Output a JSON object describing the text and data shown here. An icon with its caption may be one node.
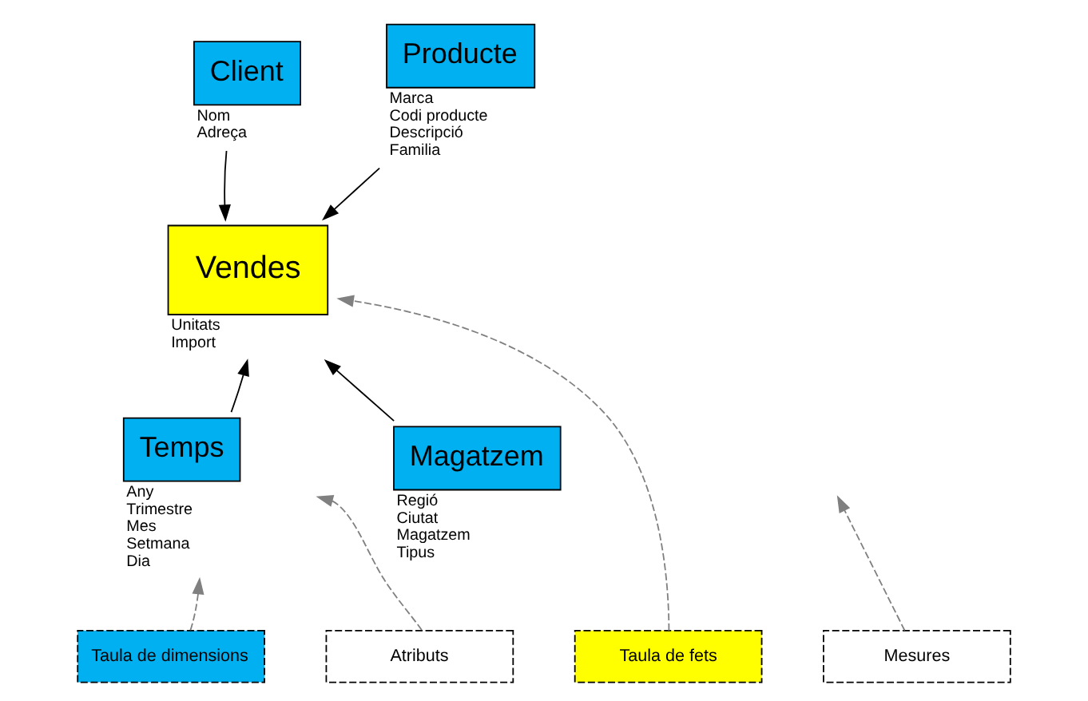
{
  "diagram": {
    "nodes": [
      {
        "text": [
          "Client"
        ],
        "beside": [
          "Nom",
          "Adreça"
        ]
      },
      {
        "text": [
          "Producte"
        ],
        "beside": [
          "Marca",
          "Codi producte",
          "Descripció",
          "Familia"
        ]
      },
      {
        "text": [
          "Vendes"
        ],
        "beside": [
          "Unitats",
          "Import"
        ]
      },
      {
        "text": [
          "Temps"
        ],
        "beside": [
          "Any",
          "Trimestre",
          "Mes",
          "Setmana",
          "Dia"
        ]
      },
      {
        "text": [
          "Magatzem"
        ],
        "beside": [
          "Regió",
          "Ciutat",
          "Magatzem",
          "Tipus"
        ]
      },
      {
        "text": [
          "Taula de dimensions"
        ]
      },
      {
        "text": [
          "Taula de fets"
        ]
      },
      {
        "text": [
          "Mesures"
        ]
      },
      {
        "text": [
          "Atributs"
        ]
      }
    ],
    "edges": [
      {
        "from": 0,
        "to": 2,
        "arrow": "to"
      },
      {
        "from": 1,
        "to": 2,
        "arrow": "to"
      },
      {
        "from": 3,
        "to": 2,
        "arrow": "to"
      },
      {
        "from": 4,
        "to": 2,
        "arrow": "to"
      },
      {
        "from": 5,
        "to": 3,
        "arrow": "to",
        "style": "dashed",
        "color": "#808080"
      },
      {
        "from": 6,
        "to": 2,
        "arrow": "to",
        "style": "dashed",
        "color": "#808080"
      },
      {
        "from": 7,
        "to": null,
        "arrow": "to",
        "style": "dashed",
        "color": "#808080"
      },
      {
        "from": 8,
        "to": null,
        "arrow": "to",
        "style": "dashed",
        "color": "#808080"
      }
    ]
  }
}
